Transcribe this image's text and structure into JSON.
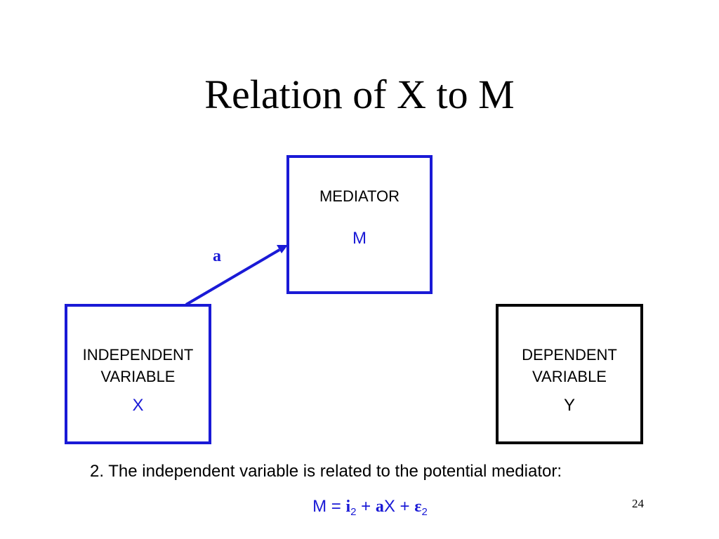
{
  "slide": {
    "title": "Relation of X to M",
    "page_number": "24"
  },
  "colors": {
    "accent": "#1a1ad6",
    "text": "#000000",
    "background": "#ffffff"
  },
  "diagram": {
    "mediator": {
      "label": "MEDIATOR",
      "variable": "M"
    },
    "independent": {
      "label_line1": "INDEPENDENT",
      "label_line2": "VARIABLE",
      "variable": "X"
    },
    "dependent": {
      "label_line1": "DEPENDENT",
      "label_line2": "VARIABLE",
      "variable": "Y"
    },
    "path_label": "a"
  },
  "caption": "2.  The independent variable is related to the potential mediator:",
  "equation": {
    "lhs": "M = ",
    "intercept": "i",
    "intercept_sub": "2",
    "plus1": " + ",
    "coef": "a",
    "var": "X",
    "plus2": " + ",
    "error": "ε",
    "error_sub": "2"
  }
}
